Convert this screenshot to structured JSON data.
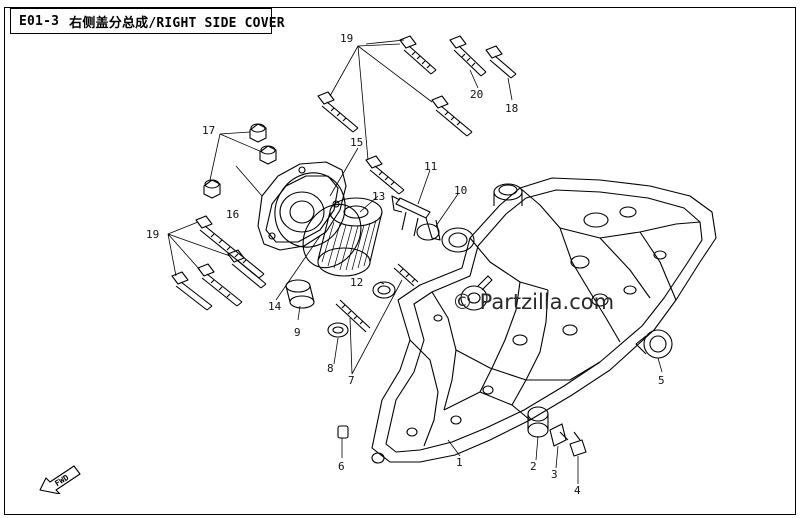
{
  "header": {
    "code": "E01-3",
    "title": "右侧盖分总成/RIGHT SIDE COVER"
  },
  "watermark": "© Partzilla.com",
  "fwd_label": "FWD",
  "callouts": {
    "p19a": "19",
    "p20": "20",
    "p18": "18",
    "p17": "17",
    "p16": "16",
    "p15": "15",
    "p11": "11",
    "p10": "10",
    "p13": "13",
    "p19b": "19",
    "p14": "14",
    "p12": "12",
    "p9": "9",
    "p8": "8",
    "p7": "7",
    "p6": "6",
    "p1": "1",
    "p2": "2",
    "p3": "3",
    "p4": "4",
    "p5": "5"
  }
}
